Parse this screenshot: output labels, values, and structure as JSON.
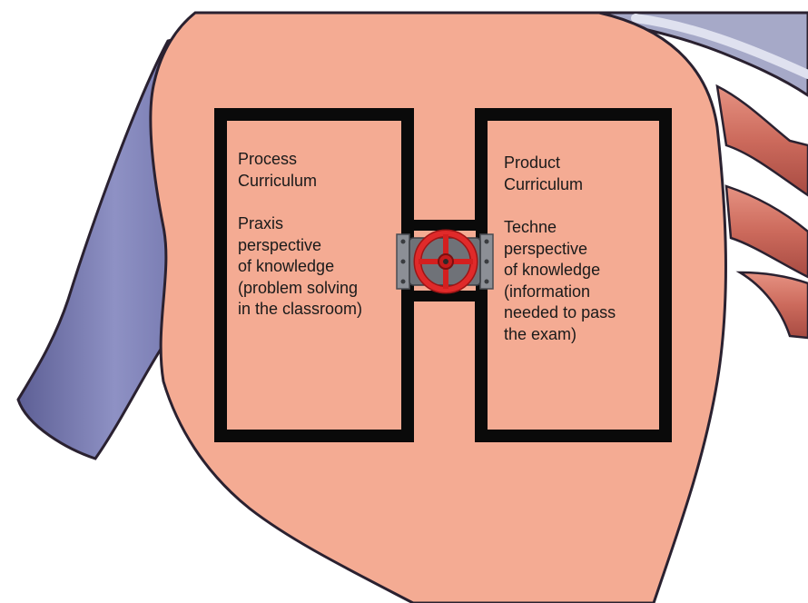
{
  "diagram": {
    "left_box": {
      "heading": [
        "Process",
        "Curriculum"
      ],
      "body": [
        "Praxis",
        "perspective",
        "of knowledge",
        "(problem solving",
        "in the classroom)"
      ]
    },
    "right_box": {
      "heading": [
        "Product",
        "Curriculum"
      ],
      "body": [
        "Techne",
        "perspective",
        "of knowledge",
        "(information",
        "needed to pass",
        "the exam)"
      ]
    },
    "connector": {
      "icon": "valve-wheel-icon"
    },
    "background": {
      "icon": "heart-illustration"
    }
  },
  "colors": {
    "heart_fill": "#f4ab93",
    "heart_outline": "#2a2130",
    "vessel_blue": "#7d80b4",
    "artery_red": "#d27062",
    "box_border": "#0a0a0a",
    "valve_red": "#d41f1f"
  }
}
